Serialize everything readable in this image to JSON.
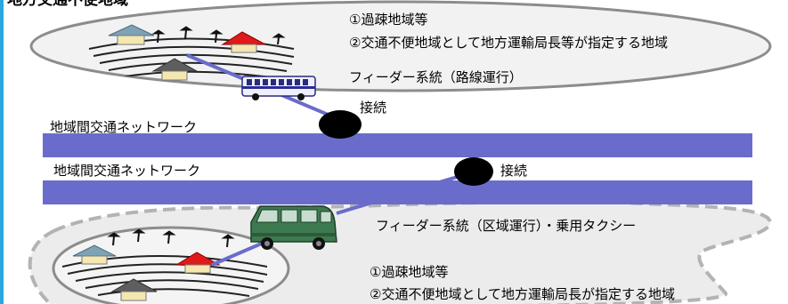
{
  "colors": {
    "network_band": "#6a6ccc",
    "route_line": "#6a6ccc",
    "upper_area_fill": "#f2f2f2",
    "lower_area_fill": "#ececec",
    "area_outline": "#8c8c8c",
    "dashed_outline": "#b3b3b3",
    "junction": "#000000",
    "house_blue_roof": "#7ea2b6",
    "house_red_roof": "#e01a1a",
    "house_gray_roof": "#5e5e5e",
    "house_wall": "#f4e8b0",
    "accent_bar": "#29a7de"
  },
  "heading_fragment": "地方交通不便地域",
  "upper_area": {
    "line1": "①過疎地域等",
    "line2": "②交通不便地域として地方運輸局長等が指定する地域"
  },
  "feeder_route": "フィーダー系統（路線運行）",
  "feeder_zone": "フィーダー系統（区域運行）・乗用タクシー",
  "network": {
    "upper_label": "地域間交通ネットワーク",
    "lower_label": "地域間交通ネットワーク"
  },
  "connection": {
    "upper": "接続",
    "lower": "接続"
  },
  "lower_area": {
    "line1": "①過疎地域等",
    "line2": "②交通不便地域として地方運輸局長が指定する地域"
  },
  "icons": [
    "house-icon",
    "bus-icon",
    "van-icon",
    "field-icon",
    "junction-icon"
  ]
}
